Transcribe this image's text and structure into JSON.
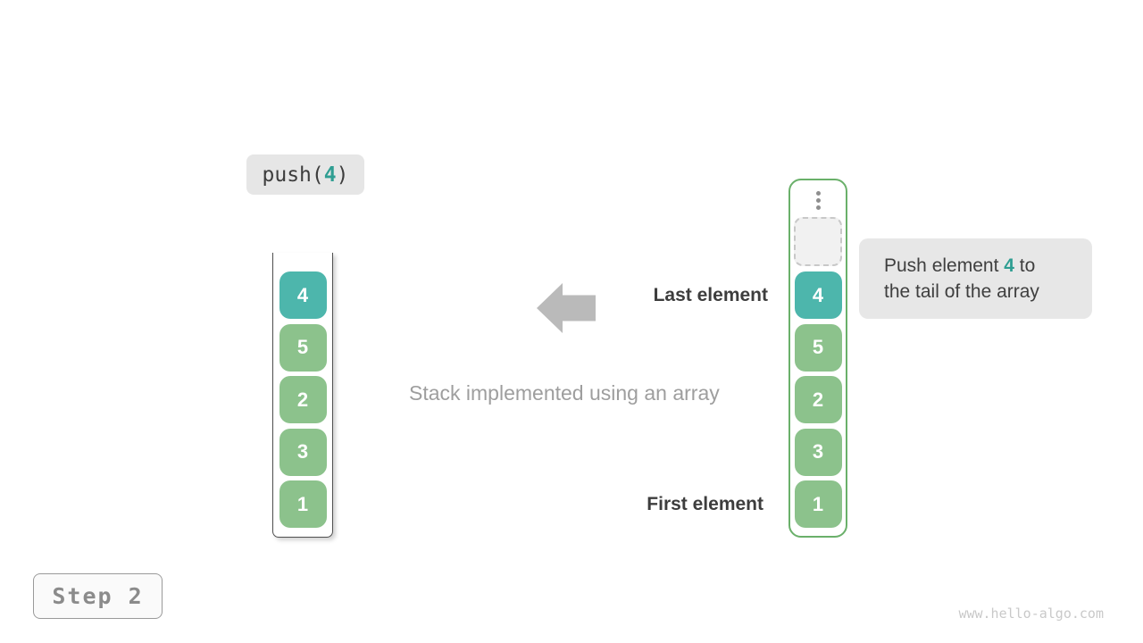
{
  "push_label": {
    "prefix": "push(",
    "arg": "4",
    "suffix": ")"
  },
  "stacks": {
    "left": {
      "items": [
        {
          "value": "4",
          "variant": "teal"
        },
        {
          "value": "5",
          "variant": "green"
        },
        {
          "value": "2",
          "variant": "green"
        },
        {
          "value": "3",
          "variant": "green"
        },
        {
          "value": "1",
          "variant": "green"
        }
      ]
    },
    "right": {
      "items": [
        {
          "value": "4",
          "variant": "teal"
        },
        {
          "value": "5",
          "variant": "green"
        },
        {
          "value": "2",
          "variant": "green"
        },
        {
          "value": "3",
          "variant": "green"
        },
        {
          "value": "1",
          "variant": "green"
        }
      ]
    }
  },
  "annotations": {
    "last_element": "Last element",
    "caption": "Stack implemented using an array",
    "first_element": "First element"
  },
  "callout": {
    "line1_before": "Push element ",
    "highlight": "4",
    "line1_after": " to",
    "line2": "the tail of the array"
  },
  "step_label": "Step 2",
  "watermark": "www.hello-algo.com",
  "colors": {
    "teal_block": "#4db6ac",
    "green_block": "#8cc28c",
    "teal_text": "#2f9e92",
    "arrow_gray": "#bababa",
    "stack_border": "#6ab06a",
    "label_bg": "#e6e6e6",
    "callout_bg": "#e7e7e7",
    "dark_text": "#3d3d3d",
    "muted_text": "#9e9e9e"
  }
}
